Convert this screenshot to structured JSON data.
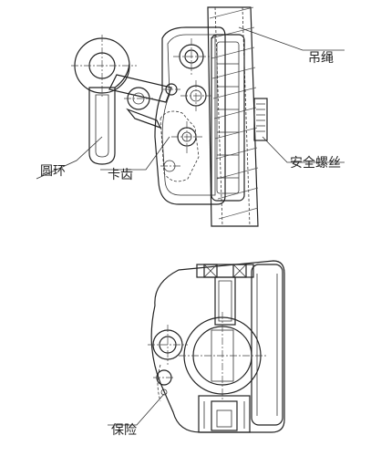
{
  "labels": {
    "rope": "吊绳",
    "safety_screw": "安全螺丝",
    "ring": "圆环",
    "cam": "卡齿",
    "bracket": "保险"
  }
}
